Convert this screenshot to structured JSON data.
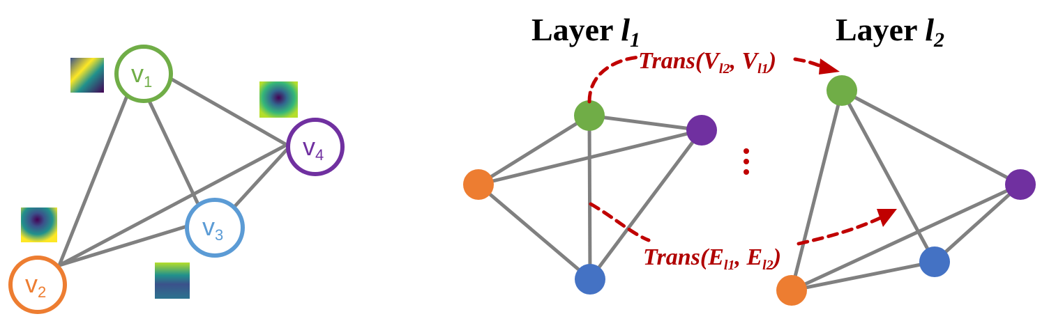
{
  "left_graph": {
    "nodes": [
      {
        "id": "v1",
        "letter": "v",
        "sub": "1",
        "color": "#70ad47"
      },
      {
        "id": "v2",
        "letter": "v",
        "sub": "2",
        "color": "#ed7d31"
      },
      {
        "id": "v3",
        "letter": "v",
        "sub": "3",
        "color": "#5b9bd5"
      },
      {
        "id": "v4",
        "letter": "v",
        "sub": "4",
        "color": "#7030a0"
      }
    ],
    "edges": [
      [
        "v1",
        "v2"
      ],
      [
        "v1",
        "v3"
      ],
      [
        "v1",
        "v4"
      ],
      [
        "v2",
        "v3"
      ],
      [
        "v2",
        "v4"
      ],
      [
        "v3",
        "v4"
      ]
    ],
    "feature_maps": [
      "v1",
      "v4",
      "v2",
      "v3"
    ]
  },
  "layer1": {
    "title": "Layer",
    "var": "l",
    "sub": "1"
  },
  "layer2": {
    "title": "Layer",
    "var": "l",
    "sub": "2"
  },
  "ellipsis": "⋮",
  "trans_nodes": {
    "prefix": "Trans(",
    "a": "V",
    "a_sub": "l2",
    "sep": ", ",
    "b": "V",
    "b_sub": "l1",
    "suffix": ")"
  },
  "trans_edges": {
    "prefix": "Trans(",
    "a": "E",
    "a_sub": "l1",
    "sep": ", ",
    "b": "E",
    "b_sub": "l2",
    "suffix": ")"
  },
  "colors": {
    "green": "#70ad47",
    "orange": "#ed7d31",
    "blue": "#4472c4",
    "purple": "#7030a0",
    "edge": "#808080",
    "arrow": "#c00000"
  }
}
